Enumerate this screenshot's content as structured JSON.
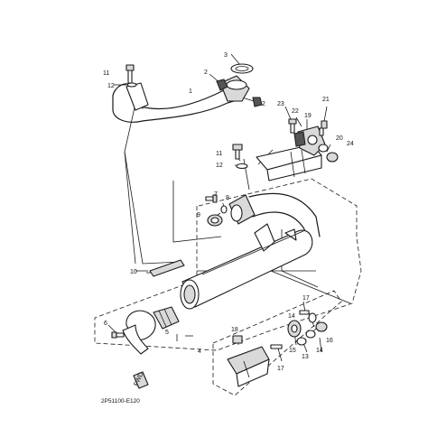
{
  "diagram": {
    "callouts": [
      {
        "id": "c1",
        "text": "1"
      },
      {
        "id": "c2a",
        "text": "2"
      },
      {
        "id": "c2b",
        "text": "2"
      },
      {
        "id": "c3",
        "text": "3"
      },
      {
        "id": "c4",
        "text": "4"
      },
      {
        "id": "c5",
        "text": "5"
      },
      {
        "id": "c6",
        "text": "6"
      },
      {
        "id": "c7",
        "text": "7"
      },
      {
        "id": "c8",
        "text": "8"
      },
      {
        "id": "c9",
        "text": "9"
      },
      {
        "id": "c10",
        "text": "10"
      },
      {
        "id": "c11a",
        "text": "11"
      },
      {
        "id": "c11b",
        "text": "11"
      },
      {
        "id": "c12a",
        "text": "12"
      },
      {
        "id": "c12b",
        "text": "12"
      },
      {
        "id": "c13",
        "text": "13"
      },
      {
        "id": "c14a",
        "text": "14"
      },
      {
        "id": "c14b",
        "text": "14"
      },
      {
        "id": "c15",
        "text": "15"
      },
      {
        "id": "c16",
        "text": "16"
      },
      {
        "id": "c17a",
        "text": "17"
      },
      {
        "id": "c17b",
        "text": "17"
      },
      {
        "id": "c18",
        "text": "18"
      },
      {
        "id": "c19",
        "text": "19"
      },
      {
        "id": "c20",
        "text": "20"
      },
      {
        "id": "c21",
        "text": "21"
      },
      {
        "id": "c22",
        "text": "22"
      },
      {
        "id": "c23",
        "text": "23"
      },
      {
        "id": "c24",
        "text": "24"
      }
    ],
    "fwd_label": "FWD",
    "diagram_code": "2P51100-E120"
  }
}
